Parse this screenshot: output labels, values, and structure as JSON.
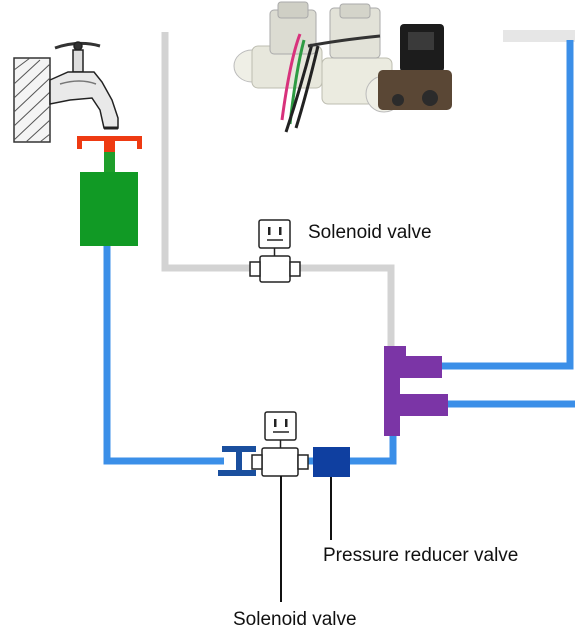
{
  "labels": {
    "solenoid_top": "Solenoid valve",
    "solenoid_bottom": "Solenoid valve",
    "pressure_reducer": "Pressure reducer valve"
  },
  "colors": {
    "water_pipe": "#3b8fe8",
    "drain_pipe": "#d3d3d3",
    "filter": "#119a25",
    "faucet_connector": "#ee3a12",
    "tee_connector": "#7b35a6",
    "pressure_reducer": "#0f3fa0",
    "inlet_connector": "#1a4f9e"
  },
  "icons": {
    "faucet": "faucet-icon",
    "valve_photo": "solenoid-valve-photo",
    "solenoid": "solenoid-valve-icon"
  }
}
